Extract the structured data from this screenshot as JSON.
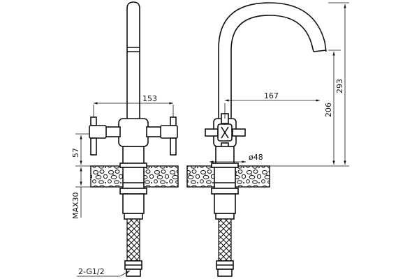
{
  "drawing": {
    "dimensions": {
      "spout_handle_width": "153",
      "spout_reach": "167",
      "spout_height": "206",
      "total_height": "293",
      "handle_height": "57",
      "max_thickness": "MAX30",
      "base_diameter": "ø48",
      "thread": "2-G1/2"
    }
  }
}
